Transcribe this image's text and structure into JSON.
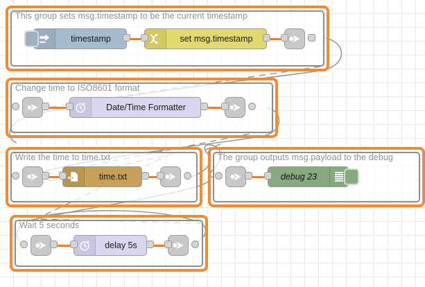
{
  "editor": {
    "name": "node-red-flow-canvas",
    "grid_color": "#e9e9e9",
    "background": "#ffffff",
    "wire_color": "#e8801f",
    "link_wire_color": "#999999"
  },
  "groups": [
    {
      "id": "group-timestamp",
      "label": "This group sets msg.timestamp to be the current timestamp",
      "border_color": "#f28a32"
    },
    {
      "id": "group-iso8601",
      "label": "Change time to ISO8601 format",
      "border_color": "#f28a32"
    },
    {
      "id": "group-write-file",
      "label": "Write the time to time.txt",
      "border_color": "#f28a32"
    },
    {
      "id": "group-debug",
      "label": "The group outputs msg.payload to the debug",
      "border_color": "#f28a32"
    },
    {
      "id": "group-wait",
      "label": "Wait 5 seconds",
      "border_color": "#f28a32"
    }
  ],
  "nodes": {
    "inject_timestamp": {
      "label": "timestamp",
      "icon": "inject-arrow-icon",
      "color": "#a6bbcf"
    },
    "change_set_timestamp": {
      "label": "set msg.timestamp",
      "icon": "change-shuffle-icon",
      "color": "#e2d96e"
    },
    "link_out_1": {
      "label": "",
      "icon": "link-out-icon",
      "color": "#c8c8c8"
    },
    "link_in_2": {
      "label": "",
      "icon": "link-in-icon",
      "color": "#c8c8c8"
    },
    "date_time_formatter": {
      "label": "Date/Time Formatter",
      "icon": "clock-icon",
      "color": "#dad6f0"
    },
    "link_out_2": {
      "label": "",
      "icon": "link-out-icon",
      "color": "#c8c8c8"
    },
    "link_in_3": {
      "label": "",
      "icon": "link-in-icon",
      "color": "#c8c8c8"
    },
    "file_write": {
      "label": "time.txt",
      "icon": "file-write-icon",
      "color": "#c7a15a"
    },
    "link_out_3": {
      "label": "",
      "icon": "link-out-icon",
      "color": "#c8c8c8"
    },
    "link_in_4": {
      "label": "",
      "icon": "link-in-icon",
      "color": "#c8c8c8"
    },
    "debug_node": {
      "label": "debug 23",
      "icon": "debug-bars-icon",
      "color": "#87a980",
      "toggle": "debug-enable-toggle"
    },
    "link_in_5": {
      "label": "",
      "icon": "link-in-icon",
      "color": "#c8c8c8"
    },
    "delay_node": {
      "label": "delay 5s",
      "icon": "clock-icon",
      "color": "#dad6f0"
    },
    "link_out_5": {
      "label": "",
      "icon": "link-out-icon",
      "color": "#c8c8c8"
    }
  }
}
